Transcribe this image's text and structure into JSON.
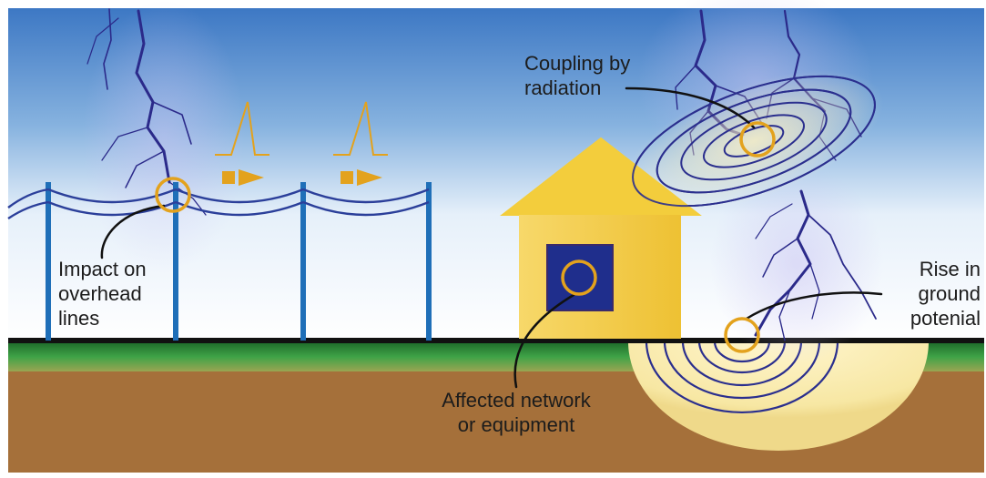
{
  "labels": {
    "overhead": [
      "Impact on",
      "overhead",
      "lines"
    ],
    "radiation": [
      "Coupling by",
      "radiation"
    ],
    "ground": [
      "Rise in",
      "ground",
      "potenial"
    ],
    "equipment": [
      "Affected network",
      "or equipment"
    ]
  },
  "colors": {
    "sky_top": "#3d78c4",
    "sky_bottom": "#ffffff",
    "grass": "#3a9e3f",
    "soil": "#a5703a",
    "pole": "#1f6fb8",
    "wire": "#2b3f9a",
    "house": "#f3cd3c",
    "equipment_box": "#1f2e8c",
    "marker_ring": "#e3a21d",
    "surge_symbol": "#e3a21d",
    "lightning": "#2b2a8a",
    "wave_ring": "#2b2f8e"
  }
}
